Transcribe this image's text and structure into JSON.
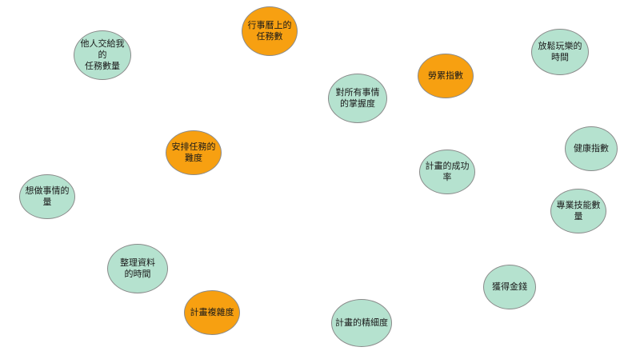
{
  "colors": {
    "secondary_node": "#b5e2cf",
    "primary_node": "#f7a011"
  },
  "nodes": [
    {
      "id": "n0",
      "text": "行事曆上的\n任務數",
      "kind": "primary"
    },
    {
      "id": "n1",
      "text": "他人交給我的\n任務數量",
      "kind": "secondary"
    },
    {
      "id": "n2",
      "text": "放鬆玩樂的時間",
      "kind": "secondary"
    },
    {
      "id": "n3",
      "text": "勞累指數",
      "kind": "primary"
    },
    {
      "id": "n4",
      "text": "對所有事情\n的掌握度",
      "kind": "secondary"
    },
    {
      "id": "n5",
      "text": "健康指數",
      "kind": "secondary"
    },
    {
      "id": "n6",
      "text": "安排任務的難度",
      "kind": "primary"
    },
    {
      "id": "n7",
      "text": "計畫的成功率",
      "kind": "secondary"
    },
    {
      "id": "n8",
      "text": "想做事情的量",
      "kind": "secondary"
    },
    {
      "id": "n9",
      "text": "專業技能數量",
      "kind": "secondary"
    },
    {
      "id": "n10",
      "text": "整理資料\n的時間",
      "kind": "secondary"
    },
    {
      "id": "n11",
      "text": "獲得金錢",
      "kind": "secondary"
    },
    {
      "id": "n12",
      "text": "計畫複雜度",
      "kind": "primary"
    },
    {
      "id": "n13",
      "text": "計畫的精細度",
      "kind": "secondary"
    }
  ]
}
